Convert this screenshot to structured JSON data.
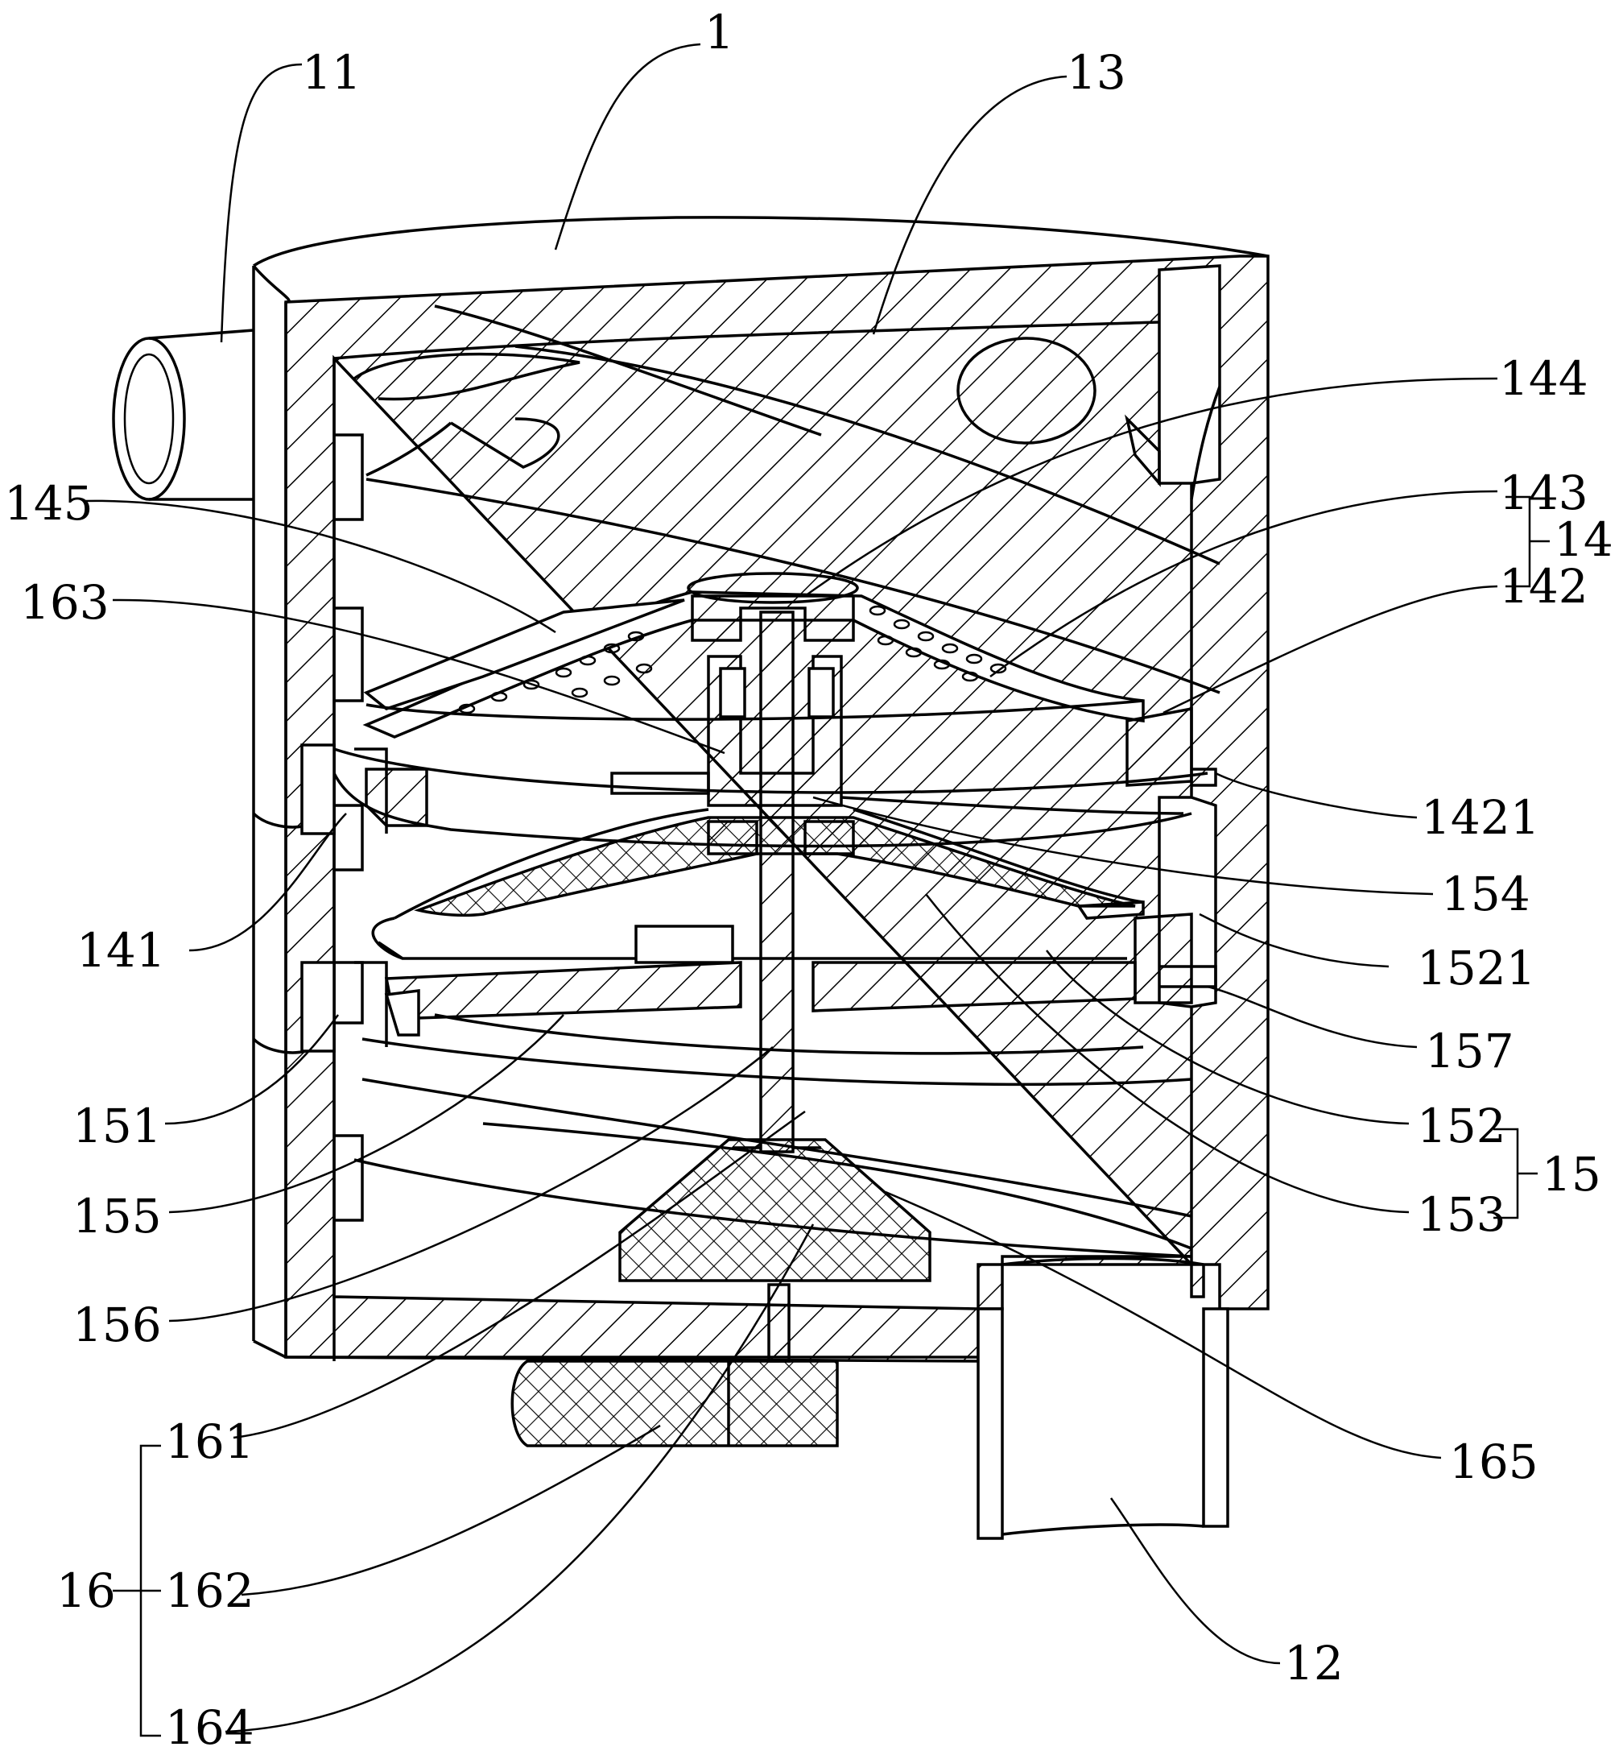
{
  "figure": {
    "labels": {
      "l1": "1",
      "l11": "11",
      "l13": "13",
      "l144": "144",
      "l143": "143",
      "l14": "14",
      "l142": "142",
      "l145": "145",
      "l163": "163",
      "l1421": "1421",
      "l154": "154",
      "l141": "141",
      "l1521": "1521",
      "l157": "157",
      "l151": "151",
      "l152": "152",
      "l15": "15",
      "l155": "155",
      "l153": "153",
      "l156": "156",
      "l161": "161",
      "l165": "165",
      "l16": "16",
      "l162": "162",
      "l164": "164",
      "l12": "12"
    }
  }
}
